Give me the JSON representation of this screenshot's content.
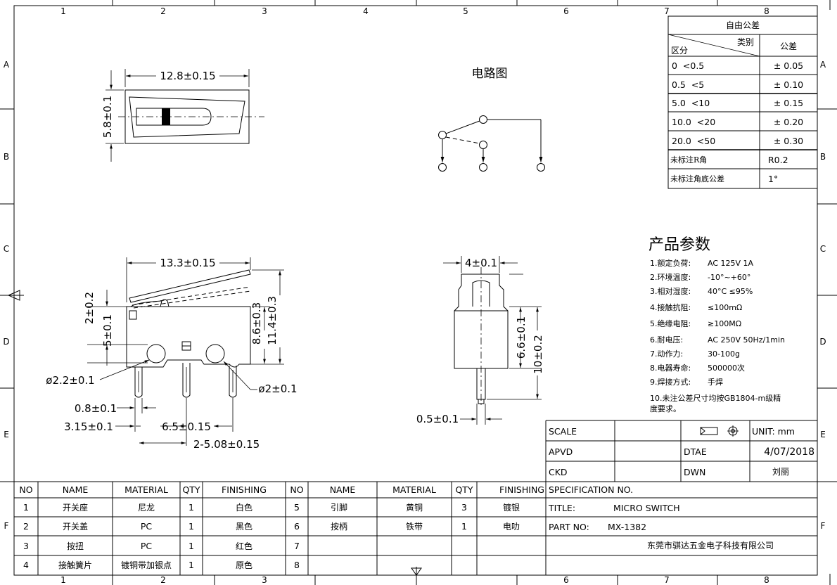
{
  "grid": {
    "cols": [
      "1",
      "2",
      "3",
      "4",
      "5",
      "6",
      "7",
      "8"
    ],
    "rows": [
      "A",
      "B",
      "C",
      "D",
      "E",
      "F"
    ]
  },
  "views": {
    "top_width": "12.8±0.15",
    "top_height": "5.8±0.1",
    "front_len": "13.3±0.15",
    "front_top": "2±0.2",
    "front_mid": "5±0.1",
    "front_h1": "8.6±0.3",
    "front_h2": "11.4±0.3",
    "hole_left": "ø2.2±0.1",
    "hole_right": "ø2±0.1",
    "pin_w": "0.8±0.1",
    "pin_off": "3.15±0.1",
    "pin_pitch1": "6.5±0.15",
    "pin_pitch2": "2-5.08±0.15",
    "side_w": "4±0.1",
    "side_h1": "6.6±0.1",
    "side_h2": "10±0.2",
    "side_pin": "0.5±0.1",
    "circuit_title": "电路图"
  },
  "tolerance": {
    "title": "自由公差",
    "head_class": "类别",
    "head_zone": "区分",
    "head_tol": "公差",
    "rows": [
      {
        "range": "0  <0.5",
        "tol": "± 0.05"
      },
      {
        "range": "0.5  <5",
        "tol": "± 0.10"
      },
      {
        "range": "5.0  <10",
        "tol": "± 0.15"
      },
      {
        "range": "10.0  <20",
        "tol": "± 0.20"
      },
      {
        "range": "20.0  <50",
        "tol": "± 0.30"
      },
      {
        "range": "未标注R角",
        "tol": "R0.2"
      },
      {
        "range": "未标注角底公差",
        "tol": "1°"
      }
    ]
  },
  "params": {
    "title": "产品参数",
    "items": [
      {
        "k": "1.额定负荷:",
        "v": "AC 125V 1A"
      },
      {
        "k": "2.环境温度:",
        "v": "-10°~+60°"
      },
      {
        "k": "3.相对湿度:",
        "v": "40°C ≤95%"
      },
      {
        "k": "4.接触抗阻:",
        "v": "≤100mΩ"
      },
      {
        "k": "5.绝缘电阻:",
        "v": "≥100MΩ"
      },
      {
        "k": "6.耐电压:",
        "v": "AC 250V 50Hz/1min"
      },
      {
        "k": "7.动作力:",
        "v": "30-100g"
      },
      {
        "k": "8.电器寿命:",
        "v": "500000次"
      },
      {
        "k": "9.焊接方式:",
        "v": "手焊"
      }
    ],
    "note1": "10.未注公差尺寸均按GB1804-m级精",
    "note2": "度要求。"
  },
  "title_block": {
    "scale_label": "SCALE",
    "unit": "UNIT: mm",
    "apvd": "APVD",
    "date_label": "DTAE",
    "date": "4/07/2018",
    "ckd": "CKD",
    "dwn": "DWN",
    "drawer": "刘丽",
    "spec": "SPECIFICATION NO.",
    "title_label": "TITLE:",
    "title": "MICRO SWITCH",
    "part_label": "PART NO:",
    "part": "MX-1382",
    "company": "东莞市骐达五金电子科技有限公司"
  },
  "bom": {
    "headers": [
      "NO",
      "NAME",
      "MATERIAL",
      "QTY",
      "FINISHING",
      "NO",
      "NAME",
      "MATERIAL",
      "QTY",
      "FINISHING"
    ],
    "left": [
      {
        "no": "1",
        "name": "开关座",
        "mat": "尼龙",
        "qty": "1",
        "fin": "白色"
      },
      {
        "no": "2",
        "name": "开关盖",
        "mat": "PC",
        "qty": "1",
        "fin": "黑色"
      },
      {
        "no": "3",
        "name": "按扭",
        "mat": "PC",
        "qty": "1",
        "fin": "红色"
      },
      {
        "no": "4",
        "name": "接触簧片",
        "mat": "镀铜带加银点",
        "qty": "1",
        "fin": "原色"
      }
    ],
    "right": [
      {
        "no": "5",
        "name": "引脚",
        "mat": "黄铜",
        "qty": "3",
        "fin": "镀银"
      },
      {
        "no": "6",
        "name": "按柄",
        "mat": "铁带",
        "qty": "1",
        "fin": "电叻"
      },
      {
        "no": "7",
        "name": "",
        "mat": "",
        "qty": "",
        "fin": ""
      },
      {
        "no": "8",
        "name": "",
        "mat": "",
        "qty": "",
        "fin": ""
      }
    ]
  }
}
